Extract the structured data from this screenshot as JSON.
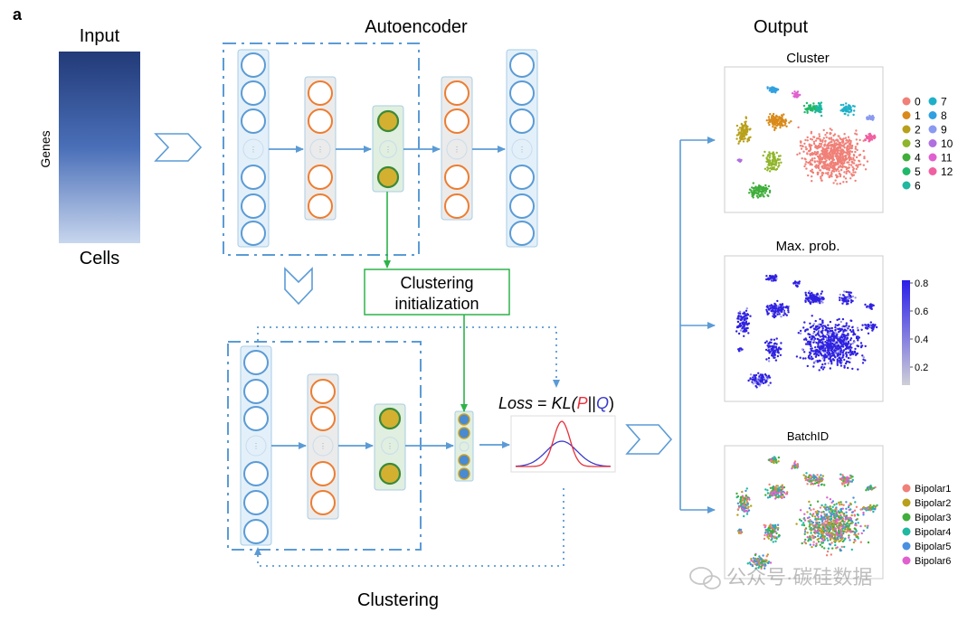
{
  "panel_label": "a",
  "input": {
    "title": "Input",
    "ylabel": "Genes",
    "xlabel": "Cells"
  },
  "autoencoder_title": "Autoencoder",
  "clustering_title": "Clustering",
  "init_box": {
    "line1": "Clustering",
    "line2": "initialization"
  },
  "loss": {
    "prefix": "Loss",
    "eq": " = ",
    "fn": "KL(",
    "p": "P",
    "sep": "||",
    "q": "Q",
    "close": ")"
  },
  "output": {
    "title": "Output",
    "cluster_panel": {
      "title": "Cluster",
      "legend": [
        "0",
        "1",
        "2",
        "3",
        "4",
        "5",
        "6",
        "7",
        "8",
        "9",
        "10",
        "11",
        "12"
      ],
      "colors": [
        "#f08078",
        "#d98a1a",
        "#b8a01a",
        "#8fb52a",
        "#3fae3a",
        "#22b86a",
        "#1fb8a0",
        "#1fb0c8",
        "#30a0e0",
        "#8a9af0",
        "#b070e0",
        "#e060d0",
        "#f060a0"
      ]
    },
    "maxprob_panel": {
      "title": "Max. prob.",
      "colorbar_ticks": [
        "0.8",
        "0.6",
        "0.4",
        "0.2"
      ],
      "color_high": "#2a1ee8",
      "color_low": "#cfcfd8"
    },
    "batch_panel": {
      "title": "BatchID",
      "legend": [
        "Bipolar1",
        "Bipolar2",
        "Bipolar3",
        "Bipolar4",
        "Bipolar5",
        "Bipolar6"
      ],
      "colors": [
        "#f08078",
        "#b8a01a",
        "#3fae3a",
        "#1fb8a0",
        "#4a90e0",
        "#e060d0"
      ]
    }
  },
  "watermark": "公众号·碳硅数据",
  "colors": {
    "accent_blue": "#5b9bd5",
    "orange_node": "#ed7d31",
    "gold_node": "#d4b030",
    "green_line": "#2db34a",
    "red_curve": "#e8303a",
    "blue_curve": "#3a3ac8"
  }
}
